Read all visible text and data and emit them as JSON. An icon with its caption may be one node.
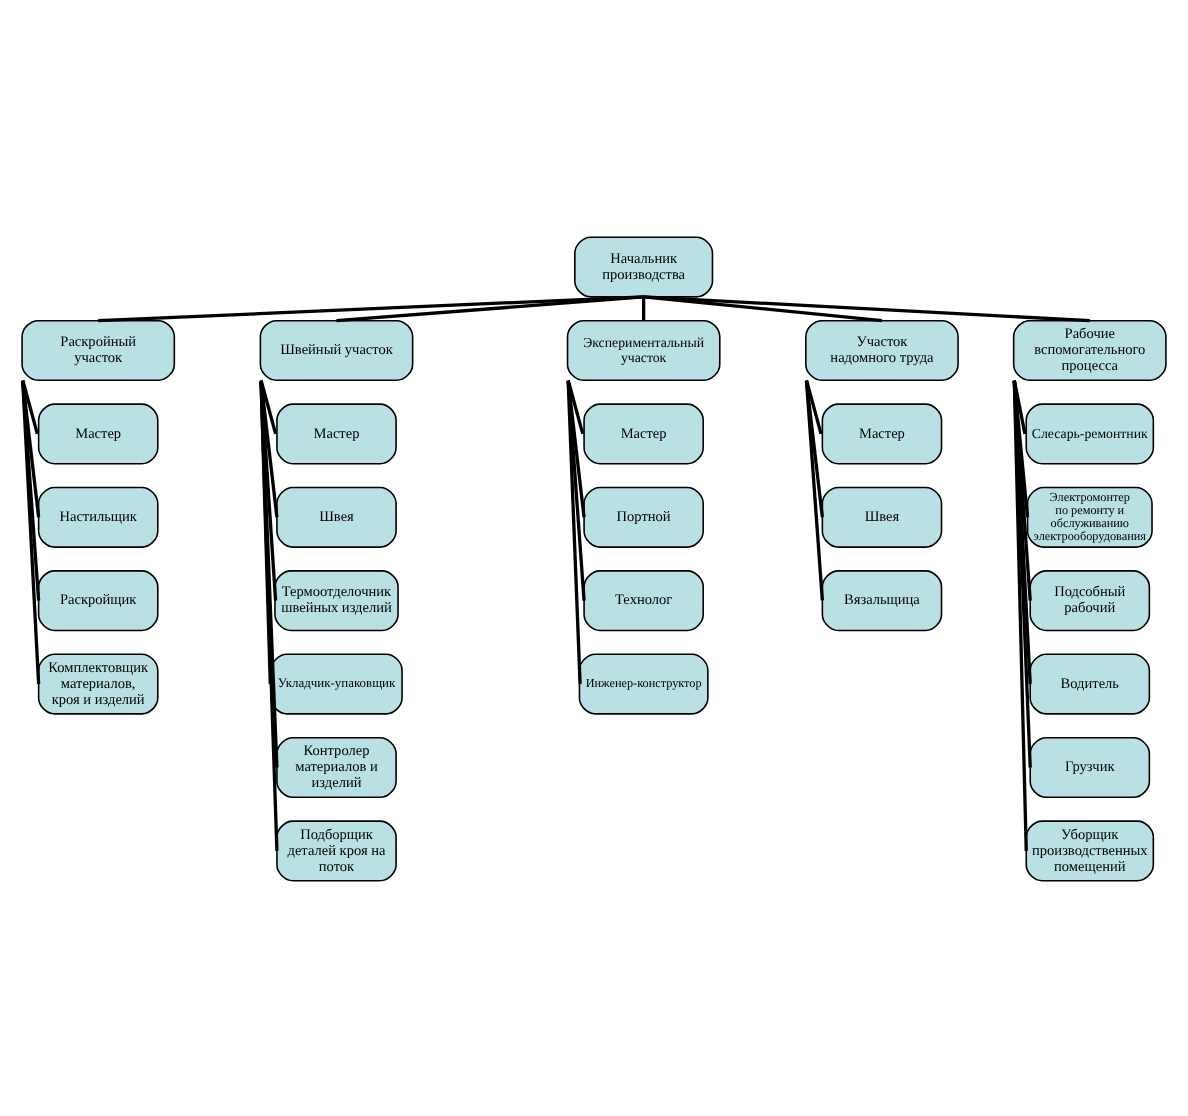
{
  "diagram": {
    "nodes": [
      {
        "text": [
          "Начальник производства"
        ]
      },
      {
        "text": [
          "Раскройный участок"
        ]
      },
      {
        "text": [
          "Швейный участок"
        ]
      },
      {
        "text": [
          "Экспериментальный участок"
        ]
      },
      {
        "text": [
          "Участок надомного труда"
        ]
      },
      {
        "text": [
          "Рабочие вспомогательного процесса"
        ]
      },
      {
        "text": [
          "Мастер"
        ]
      },
      {
        "text": [
          "Настильщик"
        ]
      },
      {
        "text": [
          "Раскройщик"
        ]
      },
      {
        "text": [
          "Комплектовщик материалов, кроя и изделий"
        ]
      },
      {
        "text": [
          "Мастер"
        ]
      },
      {
        "text": [
          "Швея"
        ]
      },
      {
        "text": [
          "Термоотделочник швейных изделий"
        ]
      },
      {
        "text": [
          "Укладчик-упаковщик"
        ]
      },
      {
        "text": [
          "Контролер материалов и изделий"
        ]
      },
      {
        "text": [
          "Подборщик деталей кроя на поток"
        ]
      },
      {
        "text": [
          "Мастер"
        ]
      },
      {
        "text": [
          "Портной"
        ]
      },
      {
        "text": [
          "Технолог"
        ]
      },
      {
        "text": [
          "Инженер-конструктор"
        ]
      },
      {
        "text": [
          "Мастер"
        ]
      },
      {
        "text": [
          "Швея"
        ]
      },
      {
        "text": [
          "Вязальщица"
        ]
      },
      {
        "text": [
          "Слесарь-ремонтник"
        ]
      },
      {
        "text": [
          "Электромонтер по ремонту и обслуживанию электрооборудования"
        ]
      },
      {
        "text": [
          "Подсобный рабочий"
        ]
      },
      {
        "text": [
          "Водитель"
        ]
      },
      {
        "text": [
          "Грузчик"
        ]
      },
      {
        "text": [
          "Уборщик производственных помещений"
        ]
      }
    ],
    "edges": [
      {
        "from": 0,
        "to": 1,
        "arrow": "none"
      },
      {
        "from": 0,
        "to": 2,
        "arrow": "none"
      },
      {
        "from": 0,
        "to": 3,
        "arrow": "none"
      },
      {
        "from": 0,
        "to": 4,
        "arrow": "none"
      },
      {
        "from": 0,
        "to": 5,
        "arrow": "none"
      },
      {
        "from": 1,
        "to": 6,
        "arrow": "none"
      },
      {
        "from": 1,
        "to": 7,
        "arrow": "none"
      },
      {
        "from": 1,
        "to": 8,
        "arrow": "none"
      },
      {
        "from": 1,
        "to": 9,
        "arrow": "none"
      },
      {
        "from": 2,
        "to": 10,
        "arrow": "none"
      },
      {
        "from": 2,
        "to": 11,
        "arrow": "none"
      },
      {
        "from": 2,
        "to": 12,
        "arrow": "none"
      },
      {
        "from": 2,
        "to": 13,
        "arrow": "none"
      },
      {
        "from": 2,
        "to": 14,
        "arrow": "none"
      },
      {
        "from": 2,
        "to": 15,
        "arrow": "none"
      },
      {
        "from": 3,
        "to": 16,
        "arrow": "none"
      },
      {
        "from": 3,
        "to": 17,
        "arrow": "none"
      },
      {
        "from": 3,
        "to": 18,
        "arrow": "none"
      },
      {
        "from": 3,
        "to": 19,
        "arrow": "none"
      },
      {
        "from": 4,
        "to": 20,
        "arrow": "none"
      },
      {
        "from": 4,
        "to": 21,
        "arrow": "none"
      },
      {
        "from": 4,
        "to": 22,
        "arrow": "none"
      },
      {
        "from": 5,
        "to": 23,
        "arrow": "none"
      },
      {
        "from": 5,
        "to": 24,
        "arrow": "none"
      },
      {
        "from": 5,
        "to": 25,
        "arrow": "none"
      },
      {
        "from": 5,
        "to": 26,
        "arrow": "none"
      },
      {
        "from": 5,
        "to": 27,
        "arrow": "none"
      },
      {
        "from": 5,
        "to": 28,
        "arrow": "none"
      }
    ]
  }
}
